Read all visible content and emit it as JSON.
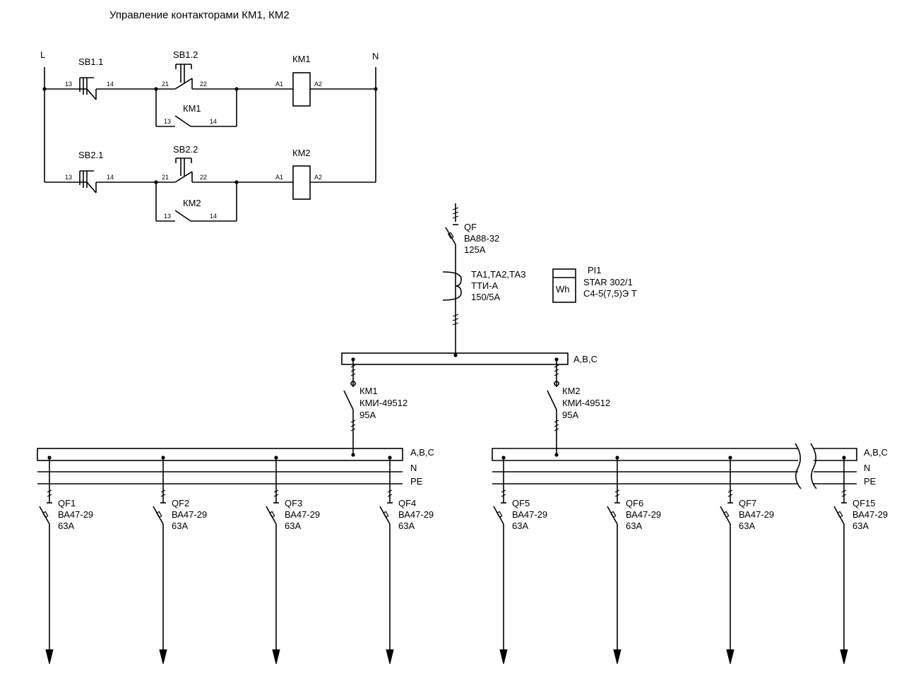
{
  "title": "Управление контакторами КМ1, КМ2",
  "control": {
    "line_l": "L",
    "line_n": "N",
    "rows": [
      {
        "button1": "SB1.1",
        "button1_terms": [
          "13",
          "14"
        ],
        "button2": "SB1.2",
        "button2_terms": [
          "21",
          "22"
        ],
        "coil": "КМ1",
        "coil_terms": [
          "А1",
          "А2"
        ],
        "aux": "КМ1",
        "aux_terms": [
          "13",
          "14"
        ]
      },
      {
        "button1": "SB2.1",
        "button1_terms": [
          "13",
          "14"
        ],
        "button2": "SB2.2",
        "button2_terms": [
          "21",
          "22"
        ],
        "coil": "КМ2",
        "coil_terms": [
          "А1",
          "А2"
        ],
        "aux": "КМ2",
        "aux_terms": [
          "13",
          "14"
        ]
      }
    ]
  },
  "feeder": {
    "breaker": {
      "name": "QF",
      "model": "ВА88-32",
      "rating": "125А"
    },
    "ct": {
      "name": "ТА1,ТА2,ТА3",
      "model": "ТТИ-А",
      "rating": "150/5А"
    },
    "meter": {
      "name": "PI1",
      "model": "STAR 302/1",
      "spec": "С4-5(7,5)Э Т",
      "symbol": "Wh"
    }
  },
  "main_bus": {
    "label": "A,B,C"
  },
  "contactors": [
    {
      "name": "КМ1",
      "model": "КМИ-49512",
      "rating": "95А"
    },
    {
      "name": "КМ2",
      "model": "КМИ-49512",
      "rating": "95А"
    }
  ],
  "sections": [
    {
      "phase_label": "A,B,C",
      "n_label": "N",
      "pe_label": "PE"
    },
    {
      "phase_label": "A,B,C",
      "n_label": "N",
      "pe_label": "PE"
    }
  ],
  "outgoing": [
    {
      "name": "QF1",
      "model": "ВА47-29",
      "rating": "63А"
    },
    {
      "name": "QF2",
      "model": "ВА47-29",
      "rating": "63А"
    },
    {
      "name": "QF3",
      "model": "ВА47-29",
      "rating": "63А"
    },
    {
      "name": "QF4",
      "model": "ВА47-29",
      "rating": "63А"
    },
    {
      "name": "QF5",
      "model": "ВА47-29",
      "rating": "63А"
    },
    {
      "name": "QF6",
      "model": "ВА47-29",
      "rating": "63А"
    },
    {
      "name": "QF7",
      "model": "ВА47-29",
      "rating": "63А"
    },
    {
      "name": "QF15",
      "model": "ВА47-29",
      "rating": "63А"
    }
  ]
}
